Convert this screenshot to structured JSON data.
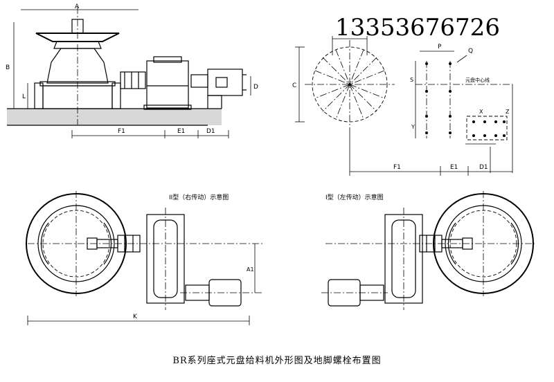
{
  "phone_number": "13353676726",
  "caption": "BR系列座式元盘给料机外形图及地脚螺栓布置图",
  "side_view": {
    "dims": {
      "top": "A",
      "height": "B",
      "left": "L",
      "right": "D",
      "f1": "F1",
      "e1": "E1",
      "d1": "D1"
    }
  },
  "plan_view": {
    "dims": {
      "p": "P",
      "q": "Q",
      "c": "C",
      "s": "S",
      "center": "元盘中心线",
      "x": "X",
      "y": "Y",
      "z": "Z",
      "f1": "F1",
      "e1": "E1",
      "d1": "D1"
    }
  },
  "type_ii": {
    "title": "II型（右传动）示意图",
    "dims": {
      "a1": "A1",
      "k": "K"
    }
  },
  "type_i": {
    "title": "I型（左传动）示意图"
  }
}
